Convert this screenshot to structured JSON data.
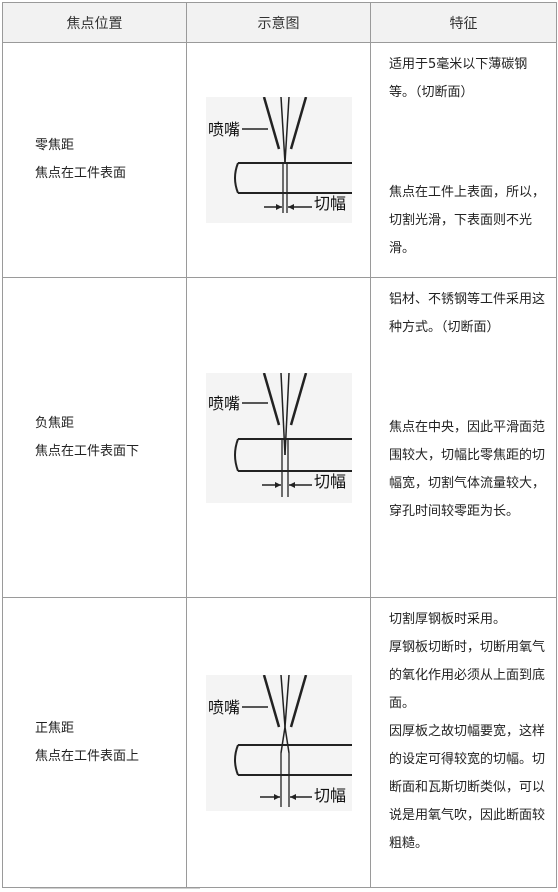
{
  "header": {
    "col_position": "焦点位置",
    "col_figure": "示意图",
    "col_feature": "特征"
  },
  "figure_labels": {
    "nozzle": "喷嘴",
    "kerf": "切幅"
  },
  "rows": [
    {
      "position_line1": "零焦距",
      "position_line2": "焦点在工件表面",
      "feature_use": "适用于5毫米以下薄碳钢等。（切断面）",
      "feature_desc": "焦点在工件上表面，所以，切割光滑，下表面则不光滑。"
    },
    {
      "position_line1": "负焦距",
      "position_line2": "焦点在工件表面下",
      "feature_use": "铝材、不锈钢等工件采用这种方式。（切断面）",
      "feature_desc": "焦点在中央，因此平滑面范围较大，切幅比零焦距的切幅宽，切割气体流量较大，穿孔时间较零距为长。"
    },
    {
      "position_line1": "正焦距",
      "position_line2": "焦点在工件表面上",
      "feature_use": "切割厚钢板时采用。",
      "feature_desc": "厚钢板切断时，切断用氧气的氧化作用必须从上面到底面。",
      "feature_extra": "因厚板之故切幅要宽，这样的设定可得较宽的切幅。切断面和瓦斯切断类似，可以说是用氧气吹，因此断面较粗糙。"
    }
  ],
  "colors": {
    "border": "#9a9a9a",
    "header_bg": "#f2f2f2",
    "figure_bg": "#f4f4f4"
  }
}
